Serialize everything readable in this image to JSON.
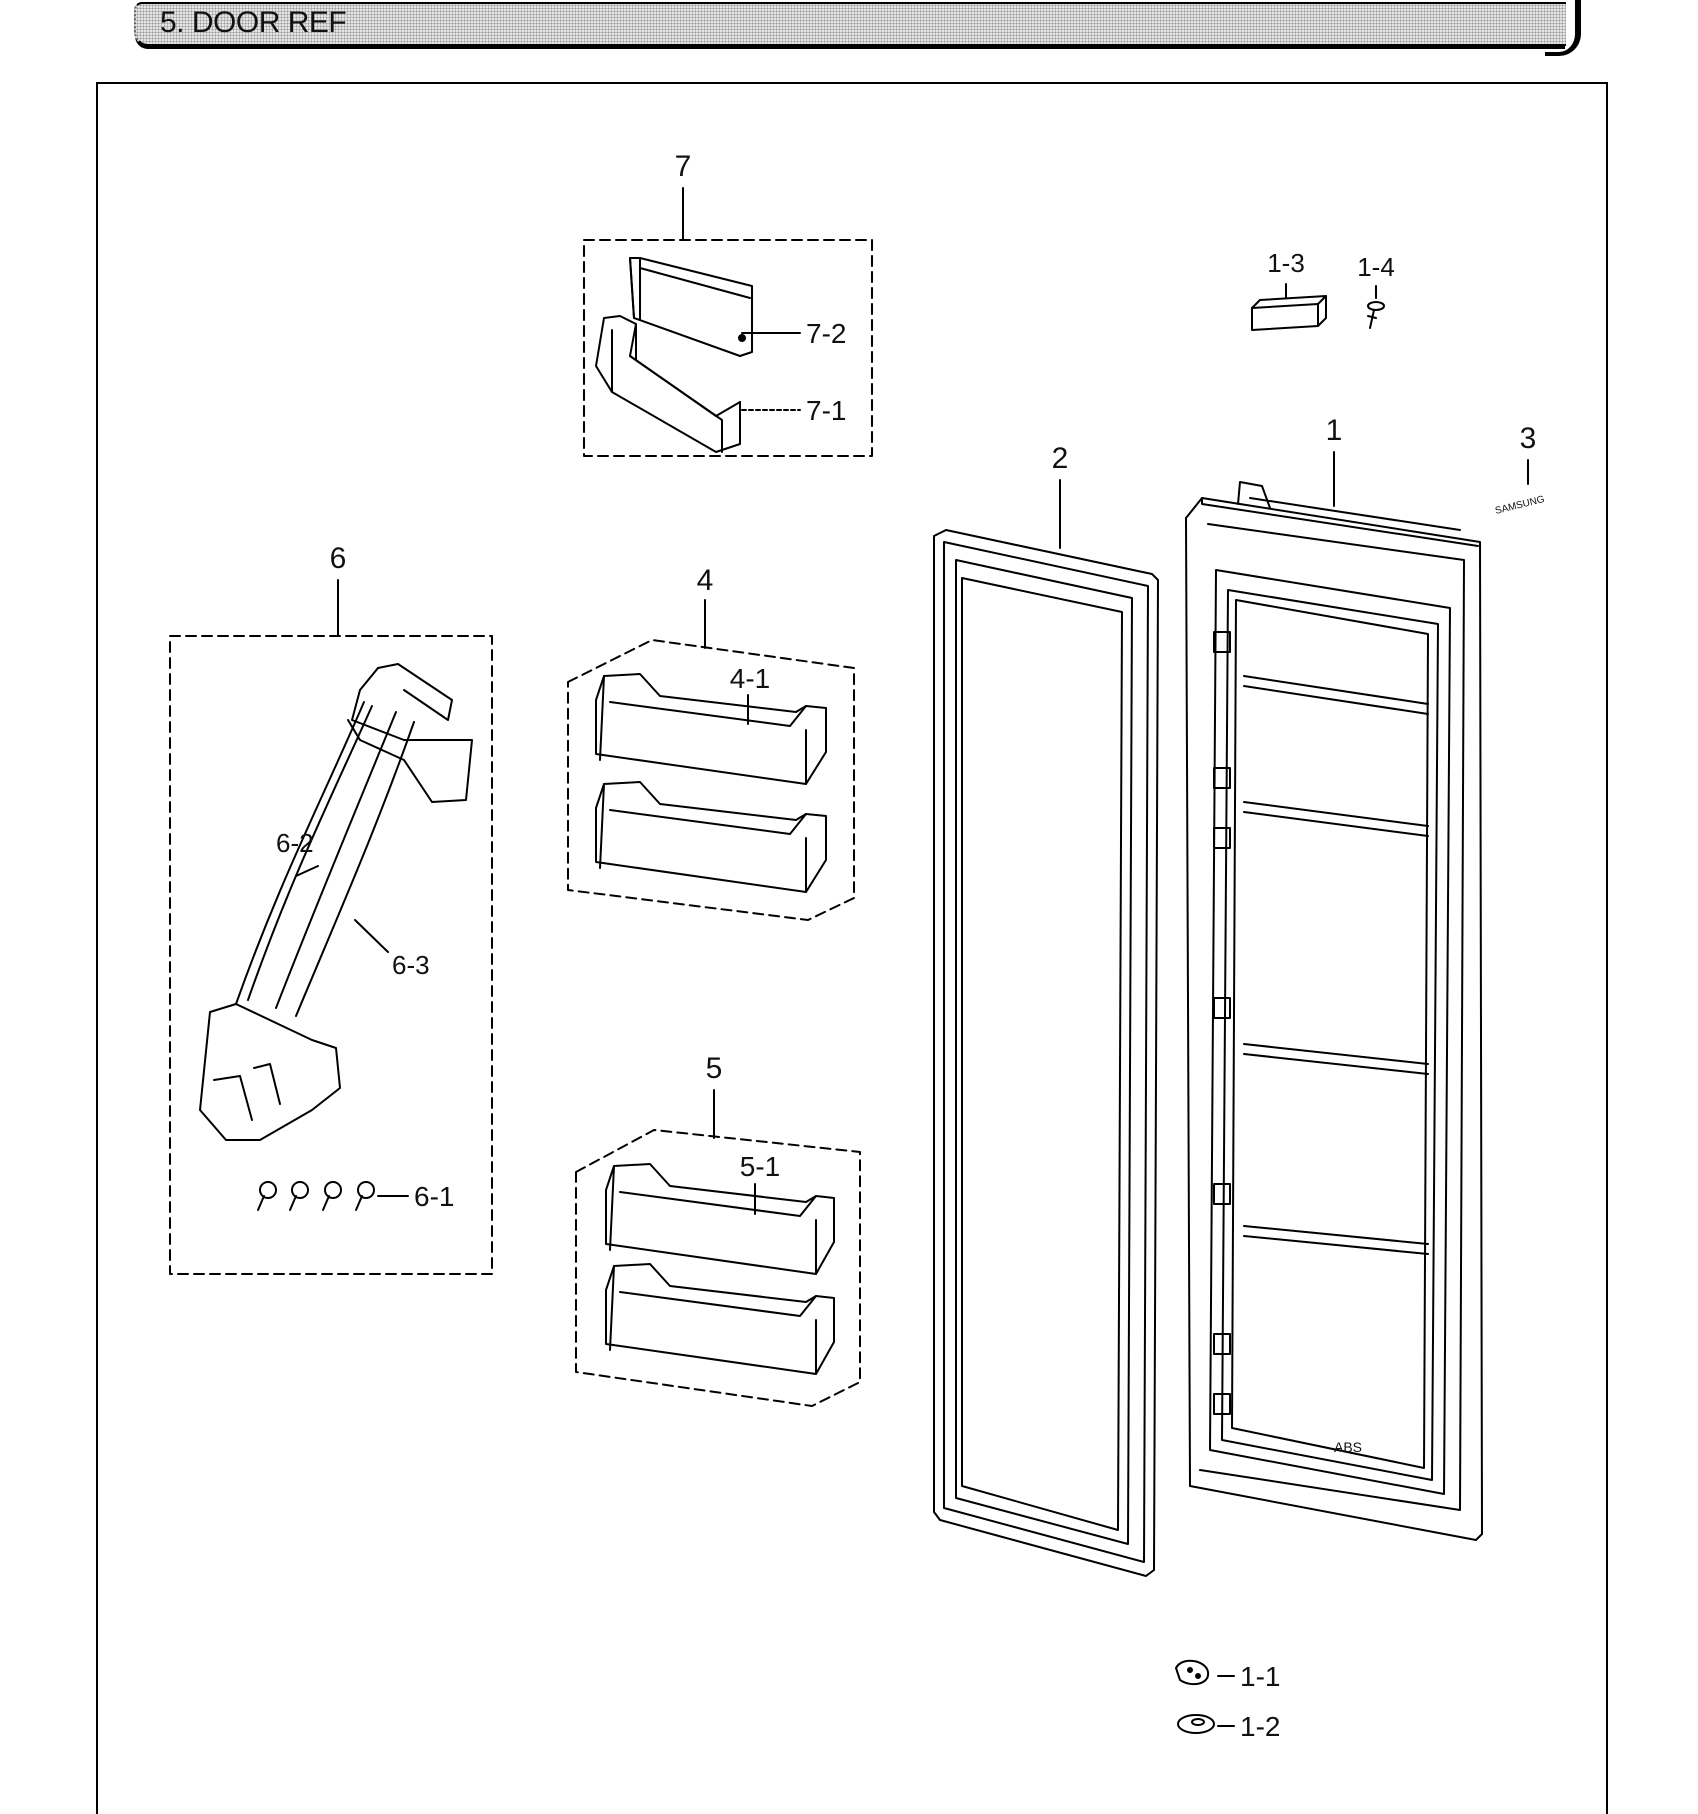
{
  "header": {
    "title": "5. DOOR REF"
  },
  "callouts": {
    "c1": "1",
    "c1_1": "1-1",
    "c1_2": "1-2",
    "c1_3": "1-3",
    "c1_4": "1-4",
    "c2": "2",
    "c3": "3",
    "c4": "4",
    "c4_1": "4-1",
    "c5": "5",
    "c5_1": "5-1",
    "c6": "6",
    "c6_1": "6-1",
    "c6_2": "6-2",
    "c6_3": "6-3",
    "c7": "7",
    "c7_1": "7-1",
    "c7_2": "7-2"
  },
  "part_labels": {
    "badge": "SAMSUNG",
    "material": "ABS"
  },
  "colors": {
    "line": "#000000",
    "header_fill": "#e4e4e4"
  }
}
